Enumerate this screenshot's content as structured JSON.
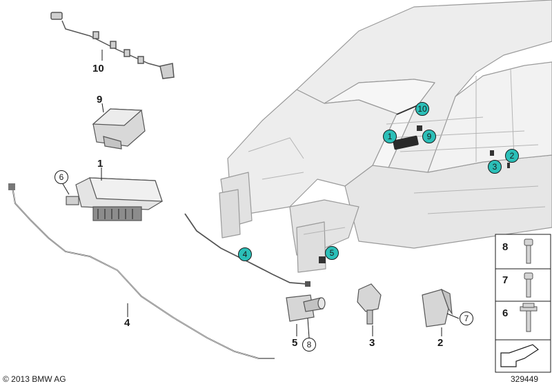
{
  "callouts": {
    "part_10": "10",
    "part_9": "9",
    "part_1": "1",
    "part_6": "6",
    "part_4": "4",
    "part_5": "5",
    "part_8": "8",
    "part_3": "3",
    "part_2": "2",
    "part_7": "7"
  },
  "car_callouts": {
    "c10": "10",
    "c1": "1",
    "c9": "9",
    "c2": "2",
    "c3": "3",
    "c4": "4",
    "c5": "5"
  },
  "legend": {
    "row1": "8",
    "row2": "7",
    "row3": "6"
  },
  "footer": {
    "copyright": "© 2013 BMW AG",
    "diagram_number": "329449"
  },
  "colors": {
    "highlight": "#2bbfb8",
    "line": "#1a1a1a",
    "body_fill": "#ececec",
    "part_fill": "#d6d6d6"
  }
}
